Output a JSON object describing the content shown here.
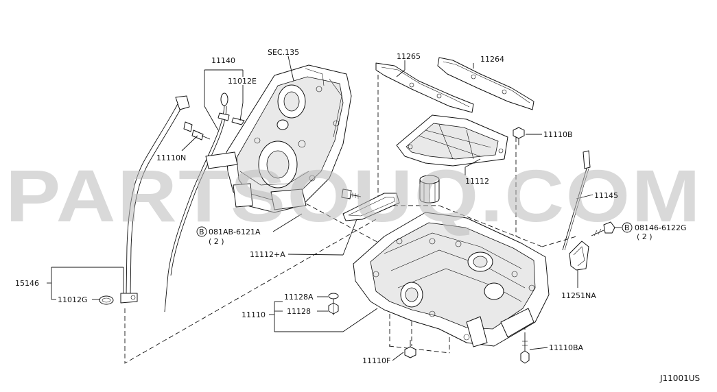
{
  "watermark": "PARTSOUQ.COM",
  "diagram_id": "J11001US",
  "labels": {
    "p11140": "11140",
    "p11012e": "11012E",
    "p11110n": "11110N",
    "sec135": "SEC.135",
    "p11265": "11265",
    "p11264": "11264",
    "p11110b": "11110B",
    "p11112": "11112",
    "p11145": "11145",
    "p081ab_code": "081AB-6121A",
    "p081ab_qty": "( 2 )",
    "p08146_code": "08146-6122G",
    "p08146_qty": "( 2 )",
    "bolt_mark": "B",
    "p11112a": "11112+A",
    "p15146": "15146",
    "p11012g": "11012G",
    "p11128a": "11128A",
    "p11128": "11128",
    "p11110": "11110",
    "p11251na": "11251NA",
    "p11110f": "11110F",
    "p11110ba": "11110BA"
  }
}
